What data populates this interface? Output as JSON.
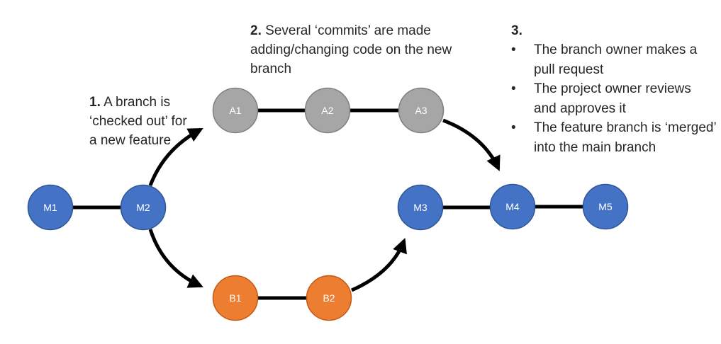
{
  "colors": {
    "main": "#4472C4",
    "main_stroke": "#2F5597",
    "branch_a": "#A6A6A6",
    "branch_a_stroke": "#7F7F7F",
    "branch_b": "#ED7D31",
    "branch_b_stroke": "#C55A11",
    "line": "#000000",
    "text": "#262626"
  },
  "nodes": [
    {
      "id": "M1",
      "label": "M1",
      "branch": "main"
    },
    {
      "id": "M2",
      "label": "M2",
      "branch": "main"
    },
    {
      "id": "A1",
      "label": "A1",
      "branch": "a"
    },
    {
      "id": "A2",
      "label": "A2",
      "branch": "a"
    },
    {
      "id": "A3",
      "label": "A3",
      "branch": "a"
    },
    {
      "id": "B1",
      "label": "B1",
      "branch": "b"
    },
    {
      "id": "B2",
      "label": "B2",
      "branch": "b"
    },
    {
      "id": "M3",
      "label": "M3",
      "branch": "main"
    },
    {
      "id": "M4",
      "label": "M4",
      "branch": "main"
    },
    {
      "id": "M5",
      "label": "M5",
      "branch": "main"
    }
  ],
  "edges": [
    {
      "from": "M1",
      "to": "M2",
      "kind": "line"
    },
    {
      "from": "A1",
      "to": "A2",
      "kind": "line"
    },
    {
      "from": "A2",
      "to": "A3",
      "kind": "line"
    },
    {
      "from": "B1",
      "to": "B2",
      "kind": "line"
    },
    {
      "from": "M3",
      "to": "M4",
      "kind": "line"
    },
    {
      "from": "M4",
      "to": "M5",
      "kind": "line"
    },
    {
      "from": "M2",
      "to": "A1",
      "kind": "arrow"
    },
    {
      "from": "M2",
      "to": "B1",
      "kind": "arrow"
    },
    {
      "from": "A3",
      "to": "M4",
      "kind": "arrow"
    },
    {
      "from": "B2",
      "to": "M3",
      "kind": "arrow"
    }
  ],
  "steps": {
    "step1": {
      "number": "1.",
      "text": "A branch is ‘checked out’ for a new feature"
    },
    "step2": {
      "number": "2.",
      "text": "Several ‘commits’ are made adding/changing code on the new branch"
    },
    "step3": {
      "number": "3.",
      "bullet": "•",
      "items": [
        "The branch owner makes a pull request",
        "The project owner reviews and approves it",
        "The feature branch is ‘merged’ into the main branch"
      ]
    }
  }
}
